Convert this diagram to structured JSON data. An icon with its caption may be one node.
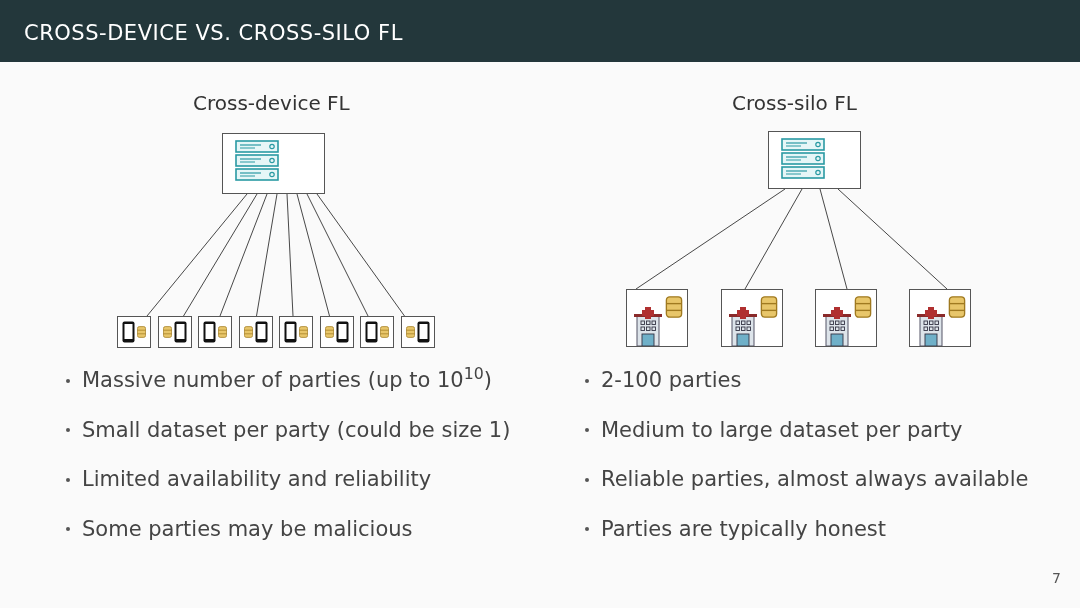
{
  "diagram": {
    "title": "CROSS-DEVICE VS. CROSS-SILO FL",
    "nodes": [
      {
        "text": [],
        "shape": "picture"
      },
      {
        "text": [],
        "shape": "picture"
      },
      {
        "text": [],
        "shape": "picture"
      },
      {
        "text": [],
        "shape": "picture"
      },
      {
        "text": [],
        "shape": "picture"
      },
      {
        "text": [],
        "shape": "picture"
      },
      {
        "text": [],
        "shape": "picture"
      },
      {
        "text": [],
        "shape": "picture"
      },
      {
        "text": [],
        "shape": "picture"
      },
      {
        "text": [],
        "shape": "picture"
      },
      {
        "text": [],
        "shape": "picture"
      },
      {
        "text": [],
        "shape": "picture"
      },
      {
        "text": [],
        "shape": "picture"
      },
      {
        "text": [],
        "shape": "picture"
      }
    ],
    "edges": [
      {
        "from": 0,
        "to": 1,
        "arrow": "none"
      },
      {
        "from": 0,
        "to": 2,
        "arrow": "none"
      },
      {
        "from": 0,
        "to": 3,
        "arrow": "none"
      },
      {
        "from": 0,
        "to": 4,
        "arrow": "none"
      },
      {
        "from": 0,
        "to": 5,
        "arrow": "none"
      },
      {
        "from": 0,
        "to": 6,
        "arrow": "none"
      },
      {
        "from": 0,
        "to": 7,
        "arrow": "none"
      },
      {
        "from": 0,
        "to": 8,
        "arrow": "none"
      },
      {
        "from": 9,
        "to": 10,
        "arrow": "none"
      },
      {
        "from": 9,
        "to": 11,
        "arrow": "none"
      },
      {
        "from": 9,
        "to": 12,
        "arrow": "none"
      },
      {
        "from": 9,
        "to": 13,
        "arrow": "none"
      }
    ],
    "labels": [
      "Cross-device FL",
      "Cross-silo FL",
      "Massive number of parties (up to 10$^{10}$)",
      "2-100 parties",
      "Small dataset per party (could be size 1)",
      "Medium to large dataset per party",
      "Limited availability and reliability",
      "Reliable parties, almost always available",
      "Some parties may be malicious",
      "Parties are typically honest",
      "7"
    ]
  }
}
